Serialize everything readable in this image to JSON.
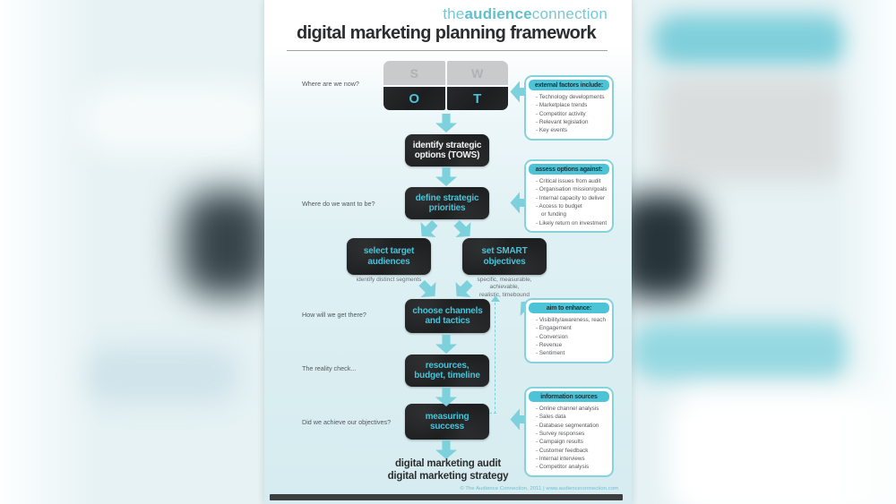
{
  "logo": {
    "part1": "the",
    "part2": "audience",
    "part3": "connection"
  },
  "title": "digital marketing planning framework",
  "questions": [
    "Where are we now?",
    "Where do we want to be?",
    "How will we get there?",
    "The reality check...",
    "Did we achieve our objectives?"
  ],
  "swot": {
    "s": "S",
    "w": "W",
    "o": "O",
    "t": "T"
  },
  "flow": {
    "identify": "identify strategic\noptions (TOWS)",
    "define": "define strategic\npriorities",
    "select": "select target\naudiences",
    "smart": "set SMART\nobjectives",
    "choose": "choose channels\nand tactics",
    "resources": "resources,\nbudget, timeline",
    "measuring": "measuring\nsuccess"
  },
  "captions": {
    "select": "identify distinct segments",
    "smart": "specific, measurable,\nachievable,\nrealistic, timebound"
  },
  "side_boxes": [
    {
      "header": "external factors include:",
      "items": [
        "Technology developments",
        "Marketplace trends",
        "Competitor activity",
        "Relevant legislation",
        "Key events"
      ]
    },
    {
      "header": "assess options against:",
      "items": [
        "Critical issues from audit",
        "Organisation mission/goals",
        "Internal capacity to deliver",
        "Access to budget\nor funding",
        "Likely return on investment"
      ]
    },
    {
      "header": "aim to enhance:",
      "items": [
        "Visibility/awareness, reach",
        "Engagement",
        "Conversion",
        "Revenue",
        "Sentiment"
      ]
    },
    {
      "header": "information sources",
      "items": [
        "Online channel analysis",
        "Sales data",
        "Database segmentation",
        "Survey responses",
        "Campaign results",
        "Customer feedback",
        "Internal interviews",
        "Competitor analysis"
      ]
    }
  ],
  "outcome": {
    "line1": "digital marketing audit",
    "line2": "digital marketing strategy"
  },
  "footer": "© The Audience Connection, 2011  |  www.audienceconnection.com",
  "colors": {
    "accent_teal": "#4cc3d6",
    "arrow_teal": "#7cd1dc",
    "dark_box": "#202224",
    "swot_gray": "#c8cacb",
    "panel_bottom": "#d6ecf0",
    "footer_text": "#64bfd0"
  }
}
